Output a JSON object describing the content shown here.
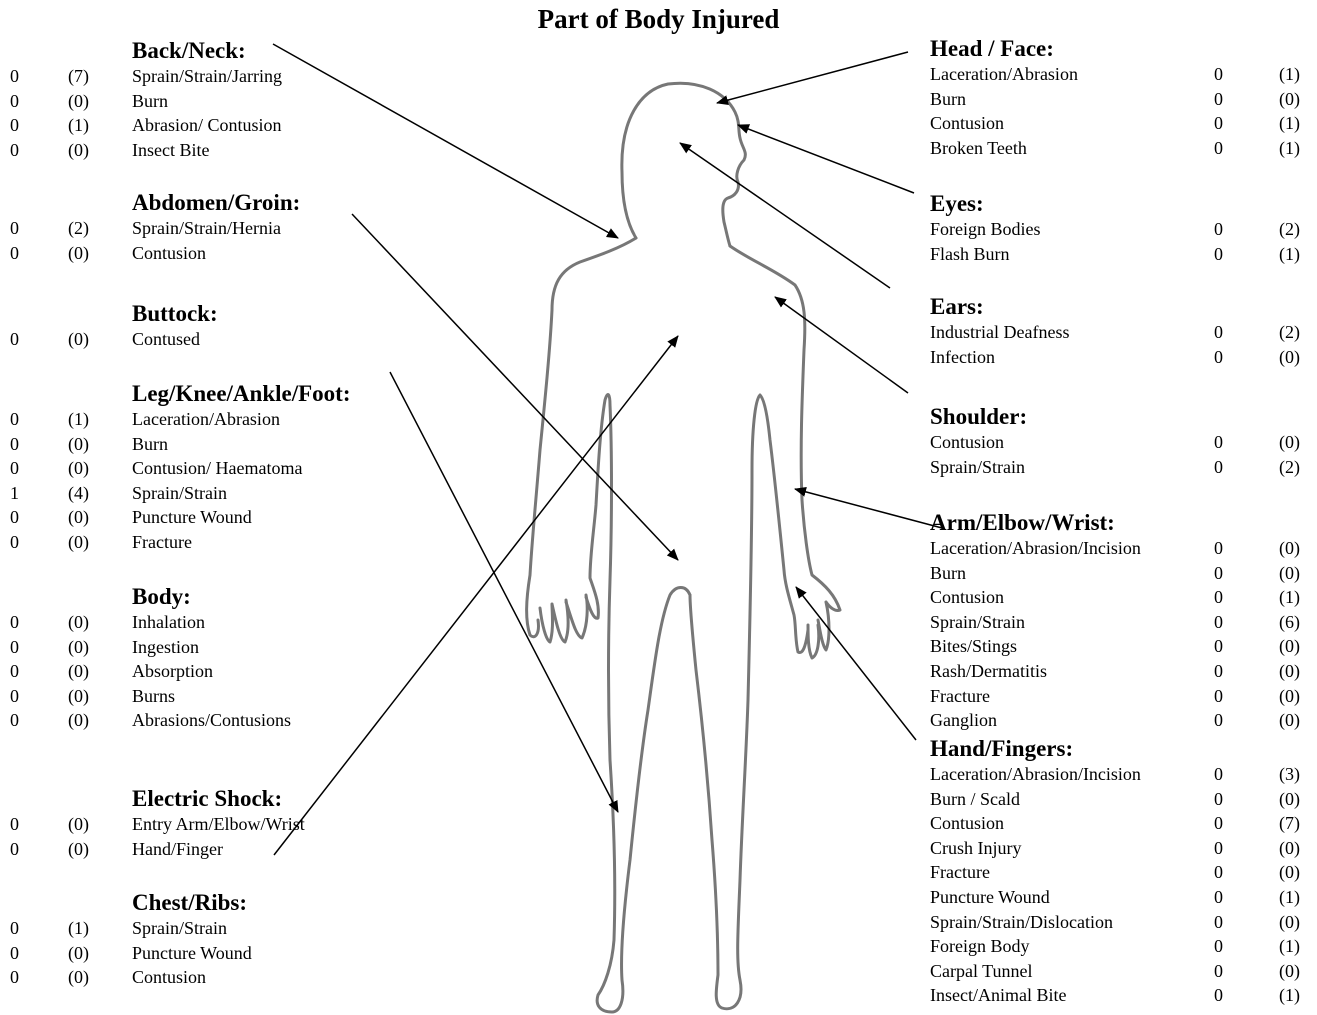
{
  "title": "Part of Body Injured",
  "left": [
    {
      "heading": "Back/Neck:",
      "rows": [
        {
          "a": "0",
          "b": "(7)",
          "label": "Sprain/Strain/Jarring"
        },
        {
          "a": "0",
          "b": "(0)",
          "label": "Burn"
        },
        {
          "a": "0",
          "b": "(1)",
          "label": "Abrasion/ Contusion"
        },
        {
          "a": "0",
          "b": "(0)",
          "label": "Insect Bite"
        }
      ]
    },
    {
      "heading": "Abdomen/Groin:",
      "rows": [
        {
          "a": "0",
          "b": "(2)",
          "label": "Sprain/Strain/Hernia"
        },
        {
          "a": "0",
          "b": "(0)",
          "label": "Contusion"
        }
      ]
    },
    {
      "heading": "Buttock:",
      "rows": [
        {
          "a": "0",
          "b": "(0)",
          "label": "Contused"
        }
      ]
    },
    {
      "heading": "Leg/Knee/Ankle/Foot:",
      "rows": [
        {
          "a": "0",
          "b": "(1)",
          "label": "Laceration/Abrasion"
        },
        {
          "a": "0",
          "b": "(0)",
          "label": "Burn"
        },
        {
          "a": "0",
          "b": "(0)",
          "label": "Contusion/ Haematoma"
        },
        {
          "a": "1",
          "b": "(4)",
          "label": "Sprain/Strain"
        },
        {
          "a": "0",
          "b": "(0)",
          "label": "Puncture Wound"
        },
        {
          "a": "0",
          "b": "(0)",
          "label": "Fracture"
        }
      ]
    },
    {
      "heading": "Body:",
      "rows": [
        {
          "a": "0",
          "b": "(0)",
          "label": "Inhalation"
        },
        {
          "a": "0",
          "b": "(0)",
          "label": "Ingestion"
        },
        {
          "a": "0",
          "b": "(0)",
          "label": "Absorption"
        },
        {
          "a": "0",
          "b": "(0)",
          "label": "Burns"
        },
        {
          "a": "0",
          "b": "(0)",
          "label": "Abrasions/Contusions"
        }
      ]
    },
    {
      "heading": "Electric Shock:",
      "rows": [
        {
          "a": "0",
          "b": "(0)",
          "label": "Entry Arm/Elbow/Wrist"
        },
        {
          "a": "0",
          "b": "(0)",
          "label": "Hand/Finger"
        }
      ]
    },
    {
      "heading": "Chest/Ribs:",
      "rows": [
        {
          "a": "0",
          "b": "(1)",
          "label": "Sprain/Strain"
        },
        {
          "a": "0",
          "b": "(0)",
          "label": "Puncture Wound"
        },
        {
          "a": "0",
          "b": "(0)",
          "label": "Contusion"
        }
      ]
    }
  ],
  "right": [
    {
      "heading": "Head / Face:",
      "rows": [
        {
          "label": "Laceration/Abrasion",
          "a": "0",
          "b": "(1)"
        },
        {
          "label": "Burn",
          "a": "0",
          "b": "(0)"
        },
        {
          "label": "Contusion",
          "a": "0",
          "b": "(1)"
        },
        {
          "label": "Broken Teeth",
          "a": "0",
          "b": "(1)"
        }
      ]
    },
    {
      "heading": "Eyes:",
      "rows": [
        {
          "label": "Foreign Bodies",
          "a": "0",
          "b": "(2)"
        },
        {
          "label": "Flash Burn",
          "a": "0",
          "b": "(1)"
        }
      ]
    },
    {
      "heading": "Ears:",
      "rows": [
        {
          "label": "Industrial Deafness",
          "a": "0",
          "b": "(2)"
        },
        {
          "label": "Infection",
          "a": "0",
          "b": "(0)"
        }
      ]
    },
    {
      "heading": "Shoulder:",
      "rows": [
        {
          "label": "Contusion",
          "a": "0",
          "b": "(0)"
        },
        {
          "label": "Sprain/Strain",
          "a": "0",
          "b": "(2)"
        }
      ]
    },
    {
      "heading": "Arm/Elbow/Wrist:",
      "rows": [
        {
          "label": "Laceration/Abrasion/Incision",
          "a": "0",
          "b": "(0)"
        },
        {
          "label": "Burn",
          "a": "0",
          "b": "(0)"
        },
        {
          "label": "Contusion",
          "a": "0",
          "b": "(1)"
        },
        {
          "label": "Sprain/Strain",
          "a": "0",
          "b": "(6)"
        },
        {
          "label": "Bites/Stings",
          "a": "0",
          "b": "(0)"
        },
        {
          "label": "Rash/Dermatitis",
          "a": "0",
          "b": "(0)"
        },
        {
          "label": "Fracture",
          "a": "0",
          "b": "(0)"
        },
        {
          "label": "Ganglion",
          "a": "0",
          "b": "(0)"
        }
      ]
    },
    {
      "heading": "Hand/Fingers:",
      "rows": [
        {
          "label": "Laceration/Abrasion/Incision",
          "a": "0",
          "b": "(3)"
        },
        {
          "label": "Burn / Scald",
          "a": "0",
          "b": "(0)"
        },
        {
          "label": "Contusion",
          "a": "0",
          "b": "(7)"
        },
        {
          "label": "Crush Injury",
          "a": "0",
          "b": "(0)"
        },
        {
          "label": "Fracture",
          "a": "0",
          "b": "(0)"
        },
        {
          "label": "Puncture Wound",
          "a": "0",
          "b": "(1)"
        },
        {
          "label": "Sprain/Strain/Dislocation",
          "a": "0",
          "b": "(0)"
        },
        {
          "label": "Foreign Body",
          "a": "0",
          "b": "(1)"
        },
        {
          "label": "Carpal Tunnel",
          "a": "0",
          "b": "(0)"
        },
        {
          "label": "Insect/Animal Bite",
          "a": "0",
          "b": "(1)"
        }
      ]
    }
  ]
}
